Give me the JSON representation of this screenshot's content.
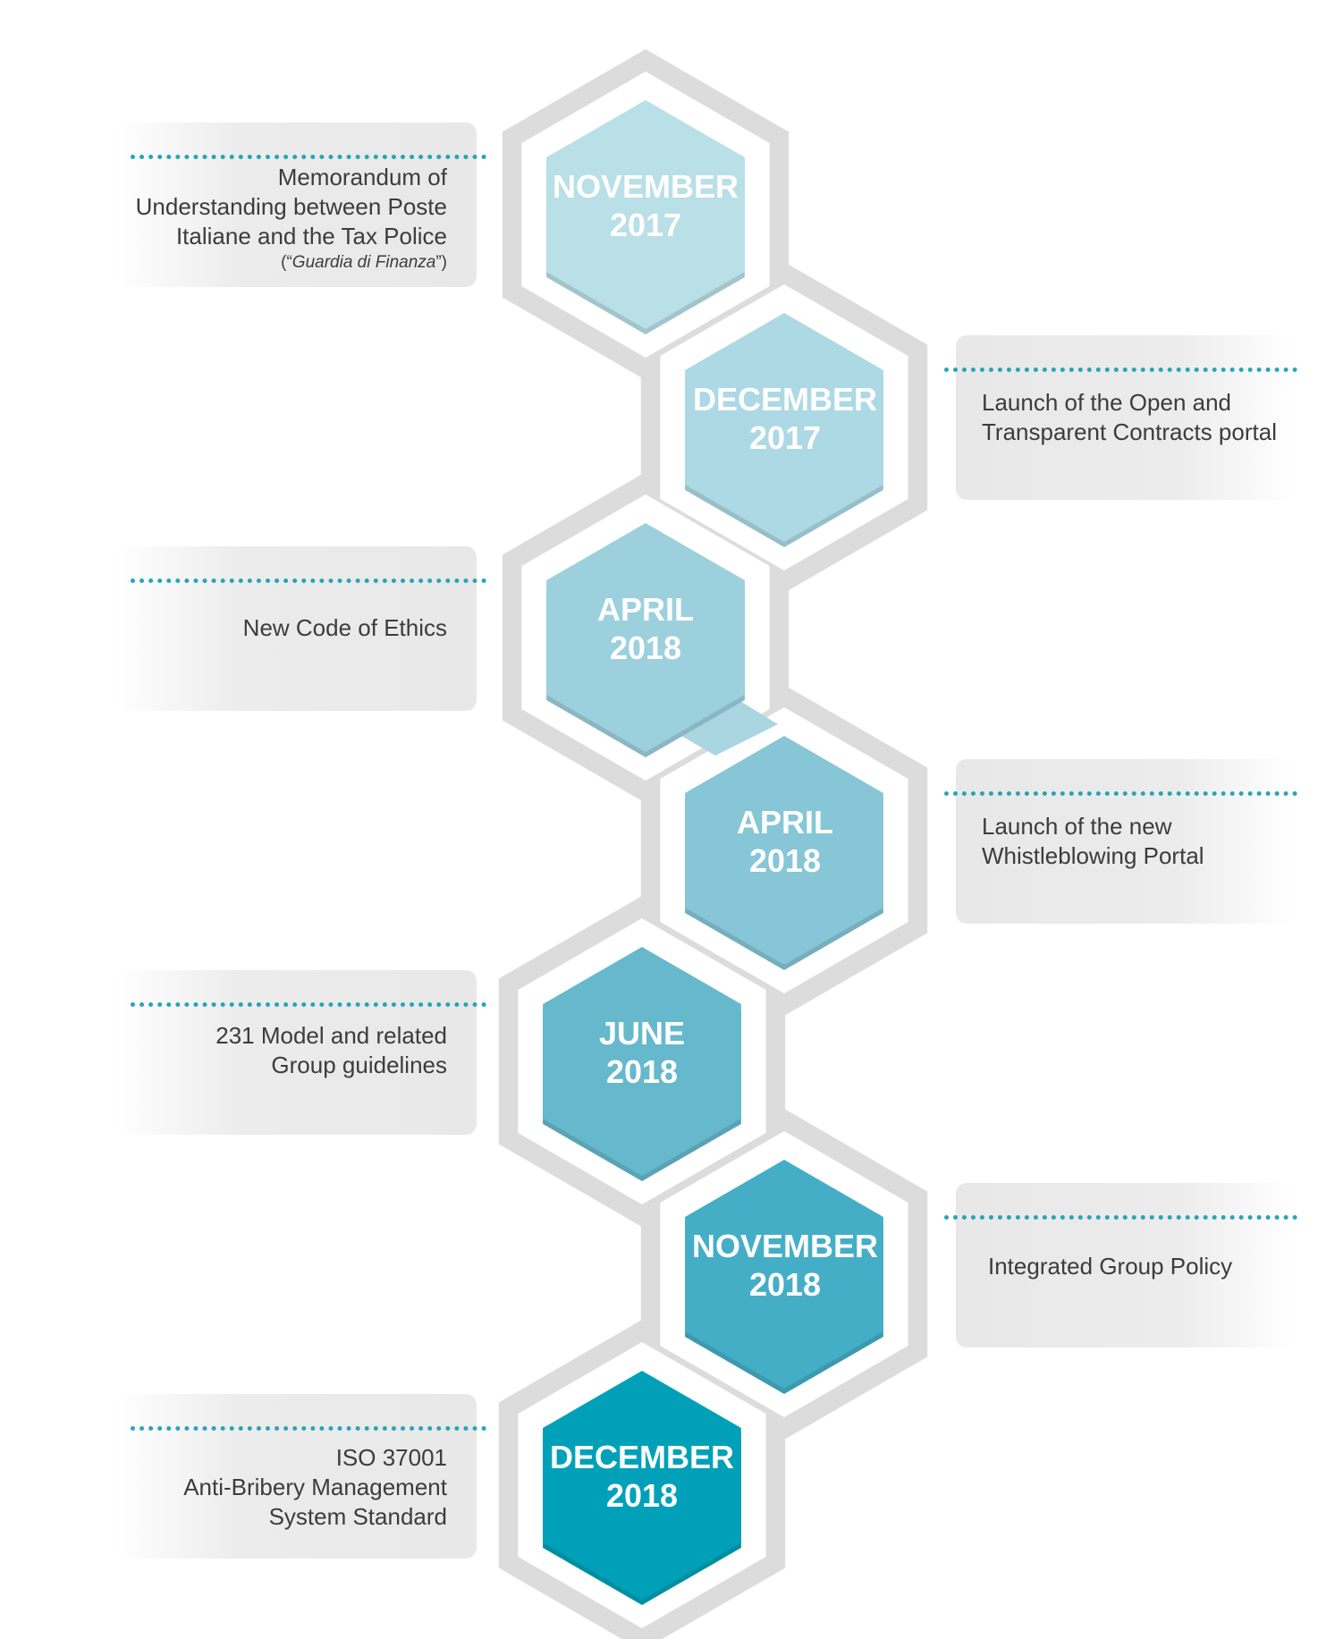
{
  "colors": {
    "frame": "#dcdcdc",
    "frame_inner": "#ffffff",
    "dotted_line": "#25a5b8",
    "hex_fills": [
      "#b9dfe7",
      "#acd9e3",
      "#9dd0dd",
      "#86c6d6",
      "#66b9cc",
      "#44aec6",
      "#00a1b8"
    ]
  },
  "events": [
    {
      "month": "NOVEMBER",
      "year": "2017",
      "side": "left",
      "lines": [
        "Memorandum of",
        "Understanding between Poste",
        "Italiane and the Tax Police"
      ],
      "note_prefix": "(“",
      "note_italic": "Guardia di Finanza",
      "note_suffix": "”)"
    },
    {
      "month": "DECEMBER",
      "year": "2017",
      "side": "right",
      "lines": [
        "Launch of the Open and",
        "Transparent Contracts portal"
      ]
    },
    {
      "month": "APRIL",
      "year": "2018",
      "side": "left",
      "lines": [
        "New Code of Ethics"
      ]
    },
    {
      "month": "APRIL",
      "year": "2018",
      "side": "right",
      "lines": [
        "Launch of the new",
        "Whistleblowing Portal"
      ]
    },
    {
      "month": "JUNE",
      "year": "2018",
      "side": "left",
      "lines": [
        "231 Model and related",
        "Group guidelines"
      ]
    },
    {
      "month": "NOVEMBER",
      "year": "2018",
      "side": "right",
      "lines": [
        "Integrated Group Policy"
      ]
    },
    {
      "month": "DECEMBER",
      "year": "2018",
      "side": "left",
      "lines": [
        "ISO 37001",
        "Anti-Bribery Management",
        "System Standard"
      ]
    }
  ]
}
